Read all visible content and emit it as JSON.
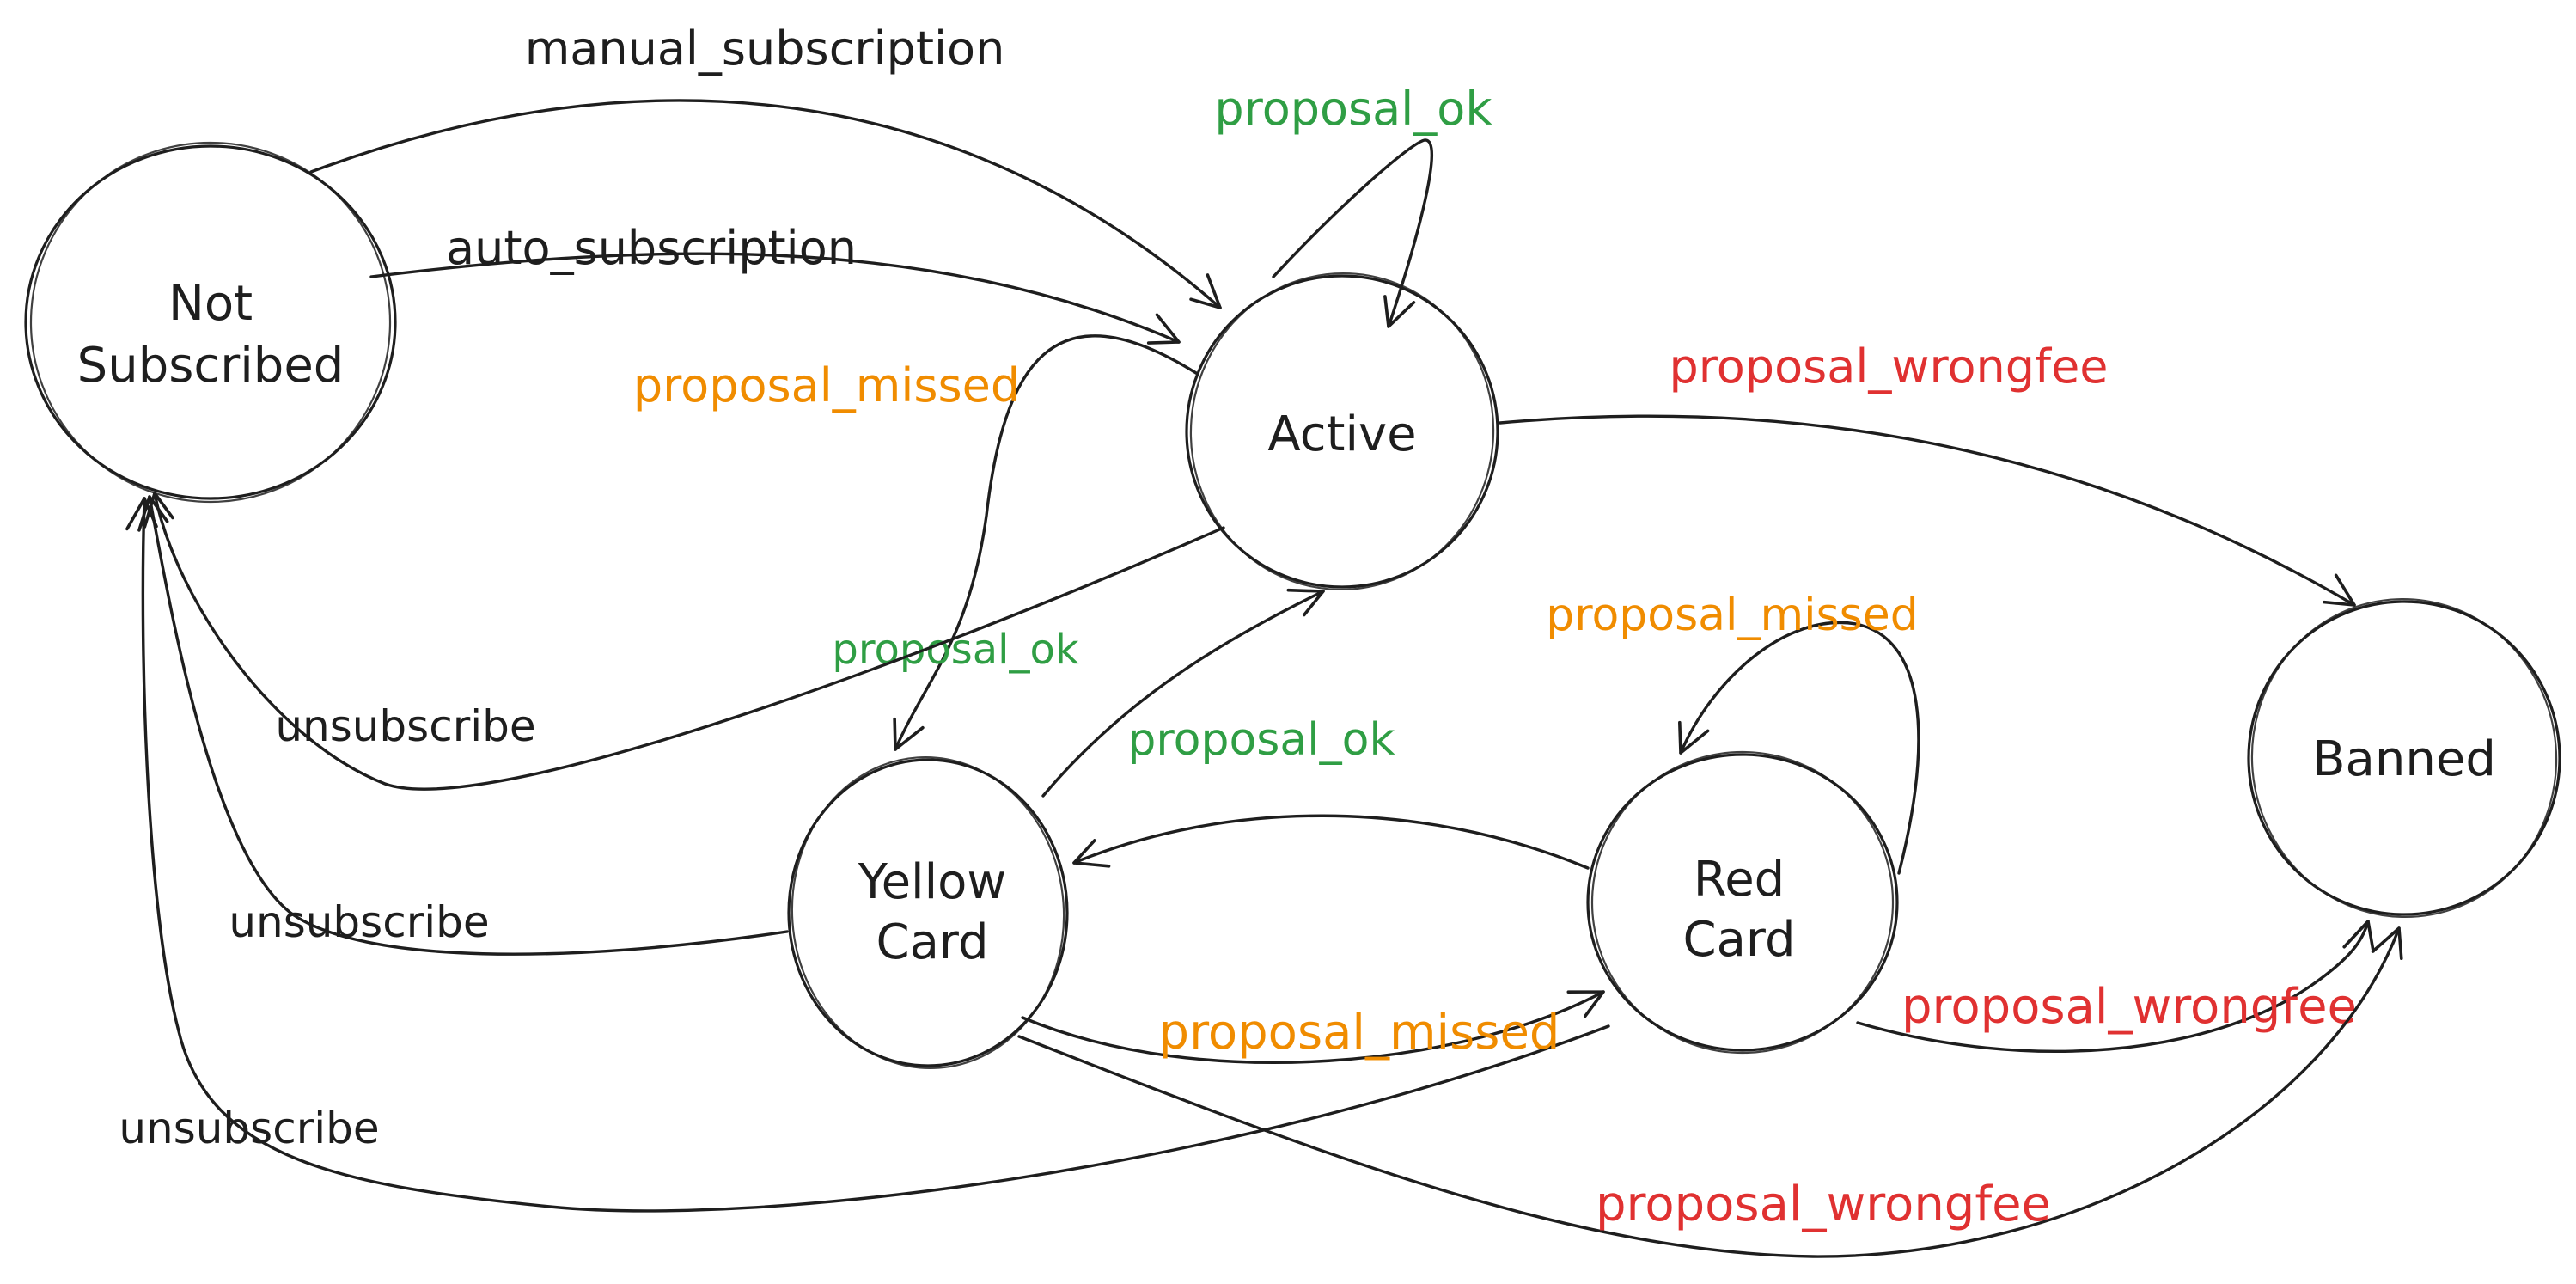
{
  "diagram": {
    "background_color": "#ffffff",
    "line_color": "#1e1e1e",
    "palette": {
      "black": "#1e1e1e",
      "green": "#2f9e44",
      "orange": "#f08c00",
      "red": "#e03131"
    },
    "nodes": [
      {
        "id": "not-subscribed",
        "line1": "Not",
        "line2": "Subscribed"
      },
      {
        "id": "active",
        "line1": "Active",
        "line2": ""
      },
      {
        "id": "yellow-card",
        "line1": "Yellow",
        "line2": "Card"
      },
      {
        "id": "red-card",
        "line1": "Red",
        "line2": "Card"
      },
      {
        "id": "banned",
        "line1": "Banned",
        "line2": ""
      }
    ],
    "edges": [
      {
        "from": "Not Subscribed",
        "to": "Active",
        "label": "manual_subscription",
        "color": "#1e1e1e"
      },
      {
        "from": "Not Subscribed",
        "to": "Active",
        "label": "auto_subscription",
        "color": "#1e1e1e"
      },
      {
        "from": "Active",
        "to": "Active",
        "label": "proposal_ok",
        "color": "#2f9e44"
      },
      {
        "from": "Active",
        "to": "Banned",
        "label": "proposal_wrongfee",
        "color": "#e03131"
      },
      {
        "from": "Active",
        "to": "Yellow Card",
        "label": "proposal_missed",
        "color": "#f08c00"
      },
      {
        "from": "Yellow Card",
        "to": "Active",
        "label": "proposal_ok",
        "color": "#2f9e44"
      },
      {
        "from": "Active",
        "to": "Not Subscribed",
        "label": "unsubscribe",
        "color": "#1e1e1e"
      },
      {
        "from": "Yellow Card",
        "to": "Not Subscribed",
        "label": "unsubscribe",
        "color": "#1e1e1e"
      },
      {
        "from": "Red Card",
        "to": "Not Subscribed",
        "label": "unsubscribe",
        "color": "#1e1e1e"
      },
      {
        "from": "Red Card",
        "to": "Yellow Card",
        "label": "proposal_ok",
        "color": "#2f9e44"
      },
      {
        "from": "Yellow Card",
        "to": "Red Card",
        "label": "proposal_missed",
        "color": "#f08c00"
      },
      {
        "from": "Red Card",
        "to": "Red Card",
        "label": "proposal_missed",
        "color": "#f08c00"
      },
      {
        "from": "Red Card",
        "to": "Banned",
        "label": "proposal_wrongfee",
        "color": "#e03131"
      },
      {
        "from": "Yellow Card",
        "to": "Banned",
        "label": "proposal_wrongfee",
        "color": "#e03131"
      }
    ]
  }
}
